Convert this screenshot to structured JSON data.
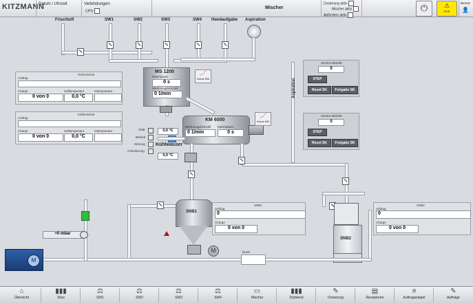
{
  "header": {
    "logo_text": "KITZMANN",
    "datum_label": "Datum / Uhrzeit",
    "verbindungen_label": "Verbindungen:",
    "cpu_label": "CPU",
    "title": "Mischer",
    "status": [
      "Dosierung aktiv",
      "Mischer aktiv",
      "Abfördern aktiv"
    ],
    "ack_label": "ACK",
    "user_label": "Benutz"
  },
  "labels": {
    "frischluft": "Frischluft",
    "sw1": "SW1",
    "sw2": "SW2",
    "sw3": "SW3",
    "sw4": "SW4",
    "handaufgabe": "Handaufgabe",
    "aspiration": "Aspiration",
    "aspiration_vert": "Aspiration",
    "ms_title": "MS 1200",
    "ms_mischdauer": "Mischdauer",
    "ms_mischdauer_val": "0 s",
    "ms_werkzeug": "Werkzeugdrehzahl",
    "ms_werkzeug_val": "0 1/min",
    "kurve_km": "Kurve KM",
    "km_title": "KM 6000",
    "km_werkzeug": "Werkzeugdrehzahl",
    "km_mischdauer": "Mischdauer",
    "km_werkzeug_val": "0 1/min",
    "km_mischdauer_val": "0 s",
    "kurve_km2": "Kurve KM",
    "kuehlwasser": "Kühlwasser",
    "temp1": "0,0 °C",
    "temp2": "0,0 °C",
    "one": "ONE",
    "betrieb": "Betrieb",
    "stoerung": "Störung",
    "anforderung": "Anforderung",
    "snb1": "SNB1",
    "snb2": "SNB2",
    "mbar": "+0 mbar",
    "dosis": "Dosis"
  },
  "heizmischer": {
    "title": "Heizmischer",
    "auftrag": "Auftrag",
    "charge": "Charge",
    "soll": "Solltemperatur",
    "ist": "Isttemperatur",
    "charge_val": "0 von 0",
    "soll_val": "0,0 °C",
    "ist_val": ""
  },
  "kuehlmischer": {
    "title": "Kühlmischer",
    "auftrag": "Auftrag",
    "charge": "Charge",
    "soll": "Solltemperatur",
    "ist": "Isttemperatur",
    "charge_val": "0 von 0",
    "soll_val": "0,0 °C",
    "ist_val": ""
  },
  "service1": {
    "title": "Service-Betrieb",
    "value": "0",
    "step": "STEP",
    "reset": "Reset SK",
    "freigabe": "Freigabe SK"
  },
  "service2": {
    "title": "Service-Betrieb",
    "value": "0",
    "step": "STEP",
    "reset": "Reset SK",
    "freigabe": "Freigabe SK"
  },
  "snb1_panel": {
    "title": "SNB1",
    "auftrag": "Auftrag",
    "auftrag_val": "0",
    "charge": "Charge",
    "charge_val": "0 von 0"
  },
  "snb2_panel": {
    "title": "SNB2",
    "auftrag": "Auftrag",
    "auftrag_val": "0",
    "charge": "Charge",
    "charge_val": "0 von 0"
  },
  "footer": [
    {
      "label": "Übersicht",
      "icon": "home-icon",
      "glyph": "⌂"
    },
    {
      "label": "Silos",
      "icon": "silos-icon",
      "glyph": "▮▮▮"
    },
    {
      "label": "SW1",
      "icon": "scale-icon",
      "glyph": "⚖"
    },
    {
      "label": "SW2",
      "icon": "scale-icon",
      "glyph": "⚖"
    },
    {
      "label": "SW3",
      "icon": "scale-icon",
      "glyph": "⚖"
    },
    {
      "label": "SW4",
      "icon": "scale-icon",
      "glyph": "⚖"
    },
    {
      "label": "Mischer",
      "icon": "mixer-icon",
      "glyph": "▭"
    },
    {
      "label": "Dryblend",
      "icon": "dryblend-icon",
      "glyph": "▮▮▮"
    },
    {
      "label": "Dosierung",
      "icon": "dosing-icon",
      "glyph": "✎"
    },
    {
      "label": "Rezepturen",
      "icon": "recipe-icon",
      "glyph": "▤"
    },
    {
      "label": "Auftragsstapel",
      "icon": "stack-icon",
      "glyph": "≡"
    },
    {
      "label": "Aufträge",
      "icon": "orders-icon",
      "glyph": "✎"
    }
  ]
}
